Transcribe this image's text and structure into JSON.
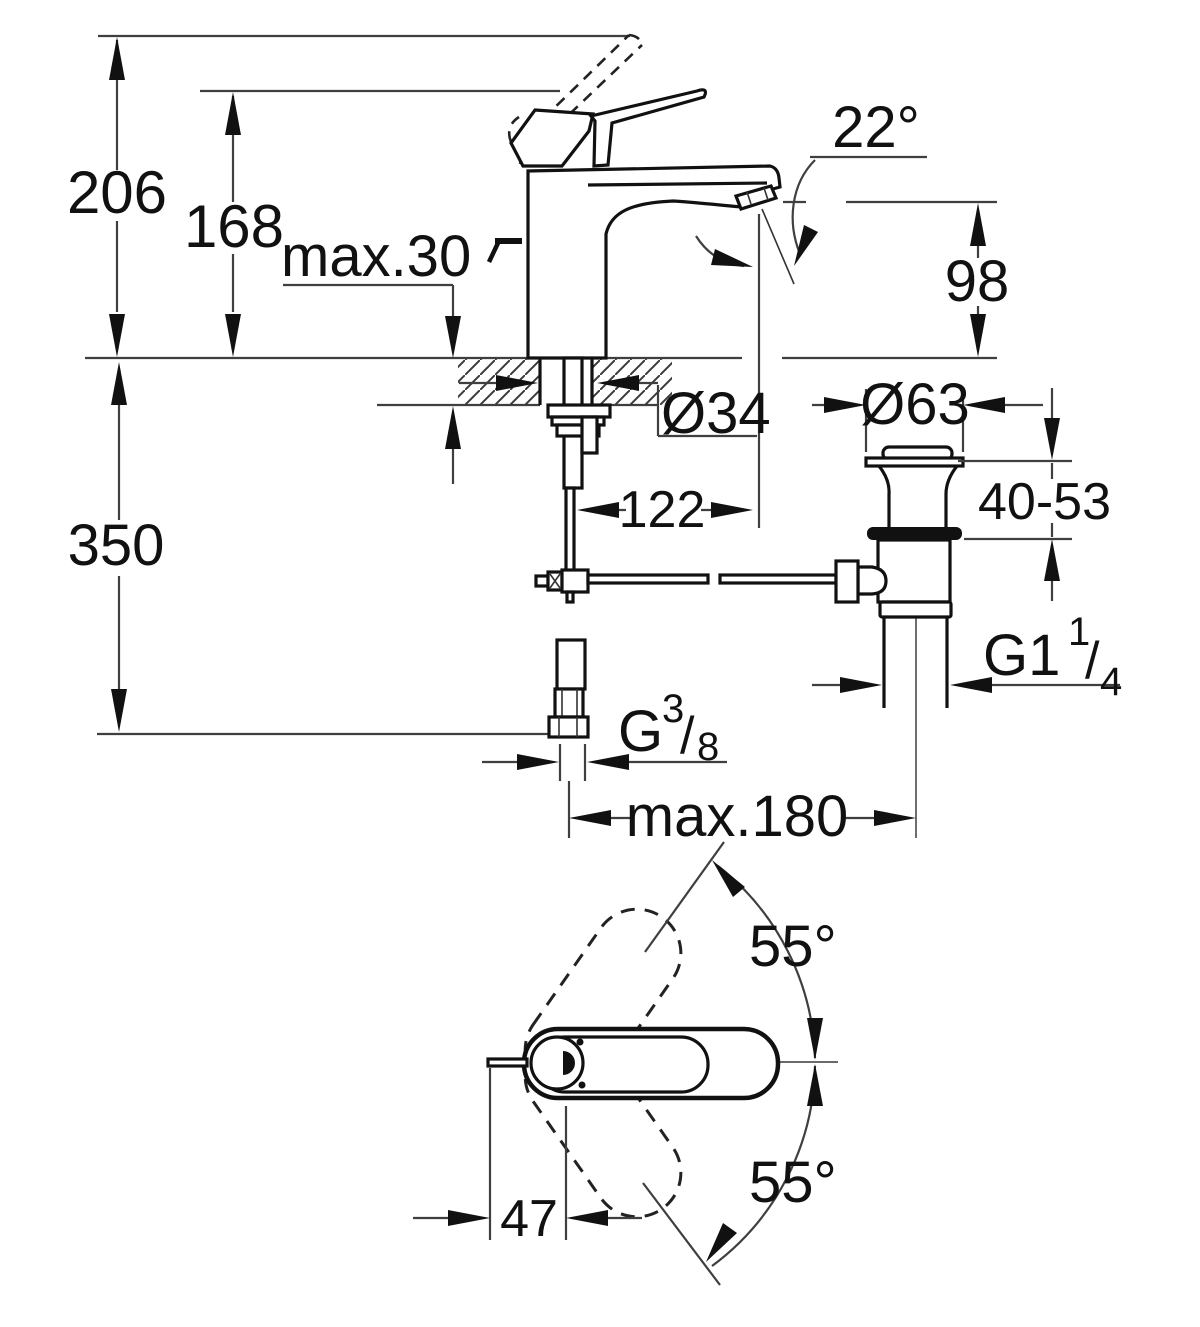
{
  "title": "basin mixer installation dimension drawing",
  "labels": {
    "total_height": "206",
    "spout_height": "168",
    "deck_thickness": "max.30",
    "spout_angle": "22°",
    "outlet_height": "98",
    "shank_hole_diameter": "Ø34",
    "spout_reach": "122",
    "mounting_depth": "350",
    "drain_flange_diameter": "Ø63",
    "drain_clamp_range": "40-53",
    "drain_thread": {
      "base": "G1",
      "sup": "1",
      "slash": "/",
      "sub": "4"
    },
    "supply_thread": {
      "base": "G",
      "sup": "3",
      "slash": "/",
      "sub": "8"
    },
    "rod_to_drain": "max.180",
    "handle_swing_upper": "55°",
    "handle_swing_lower": "55°",
    "handle_pivot_offset": "47"
  },
  "colors": {
    "background": "#ffffff",
    "object_line": "#111111",
    "dimension_line": "#3f3f3f",
    "text": "#111111"
  }
}
